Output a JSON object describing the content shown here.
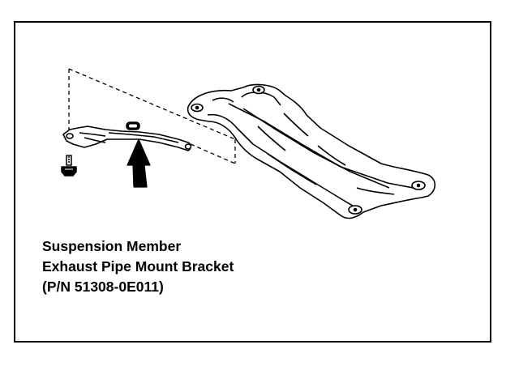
{
  "caption": {
    "line1": "Suspension Member",
    "line2": "Exhaust Pipe Mount Bracket",
    "line3": "(P/N 51308-0E011)"
  },
  "icons": {
    "arrow": "up-arrow-icon",
    "bolt": "bolt-icon",
    "bracket": "exhaust-bracket-icon",
    "member": "suspension-member-icon"
  },
  "colors": {
    "line": "#000000",
    "background": "#ffffff"
  }
}
